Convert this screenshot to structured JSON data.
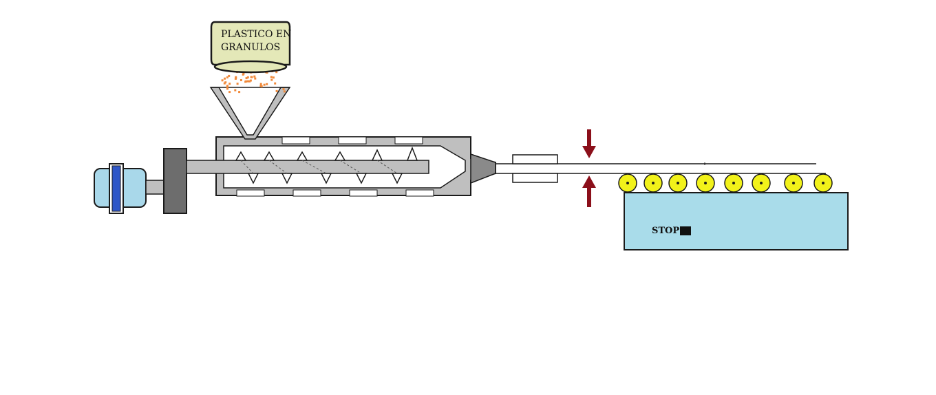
{
  "hopper": {
    "label_line1": "PLASTICO EN",
    "label_line2": "GRANULOS"
  },
  "conveyor": {
    "stop_label": "STOP"
  },
  "colors": {
    "machine_gray": "#bfbfbf",
    "dark_gray": "#6d6d6d",
    "motor_blue": "#a9d8ea",
    "motor_band": "#2f57c8",
    "container_fill": "#e4e8b8",
    "granule_orange": "#f08a3c",
    "arrow_red": "#8b0f1a",
    "roller_yellow": "#f2f21a",
    "table_blue": "#a9dcea"
  }
}
